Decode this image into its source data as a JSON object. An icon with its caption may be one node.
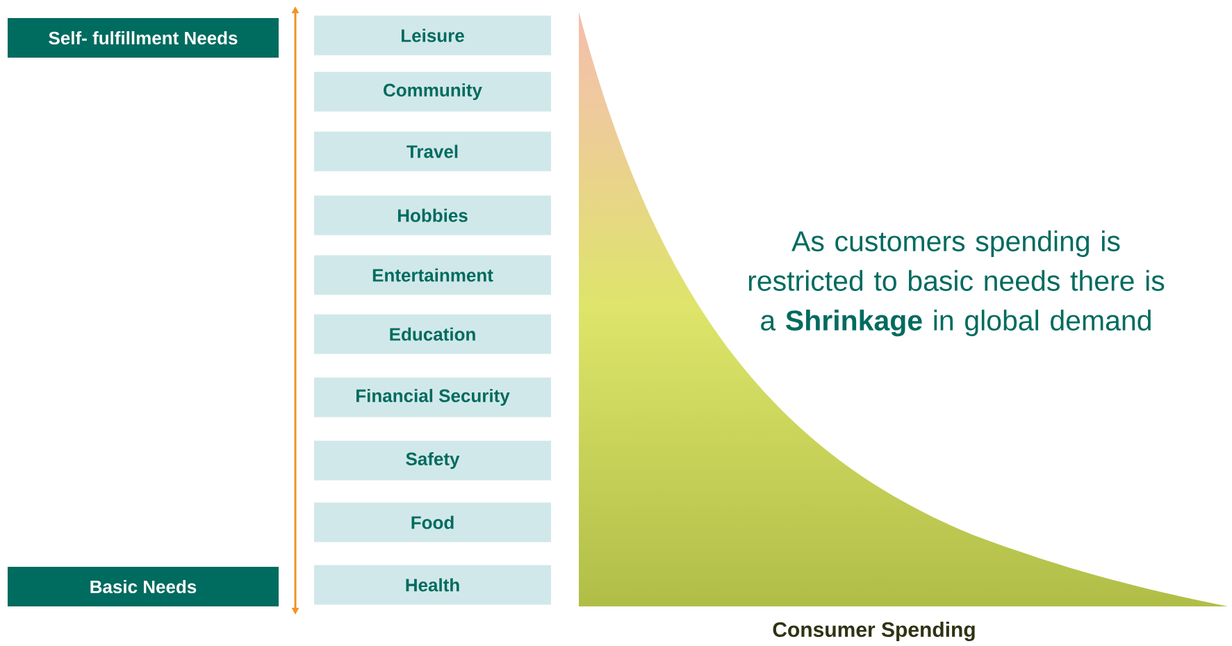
{
  "diagram": {
    "nodes": [
      {
        "text": [
          "Self- fulfillment Needs"
        ]
      },
      {
        "text": [
          "Basic Needs"
        ]
      },
      {
        "text": [
          "Leisure"
        ]
      },
      {
        "text": [
          "Community"
        ]
      },
      {
        "text": [
          "Travel"
        ]
      },
      {
        "text": [
          "Hobbies"
        ]
      },
      {
        "text": [
          "Entertainment"
        ]
      },
      {
        "text": [
          "Education"
        ]
      },
      {
        "text": [
          "Financial Security"
        ]
      },
      {
        "text": [
          "Safety"
        ]
      },
      {
        "text": [
          "Food"
        ]
      },
      {
        "text": [
          "Health"
        ]
      }
    ],
    "labels": [
      "As customers spending is restricted to basic needs there is a **Shrinkage** in global demand",
      "Consumer Spending"
    ]
  }
}
